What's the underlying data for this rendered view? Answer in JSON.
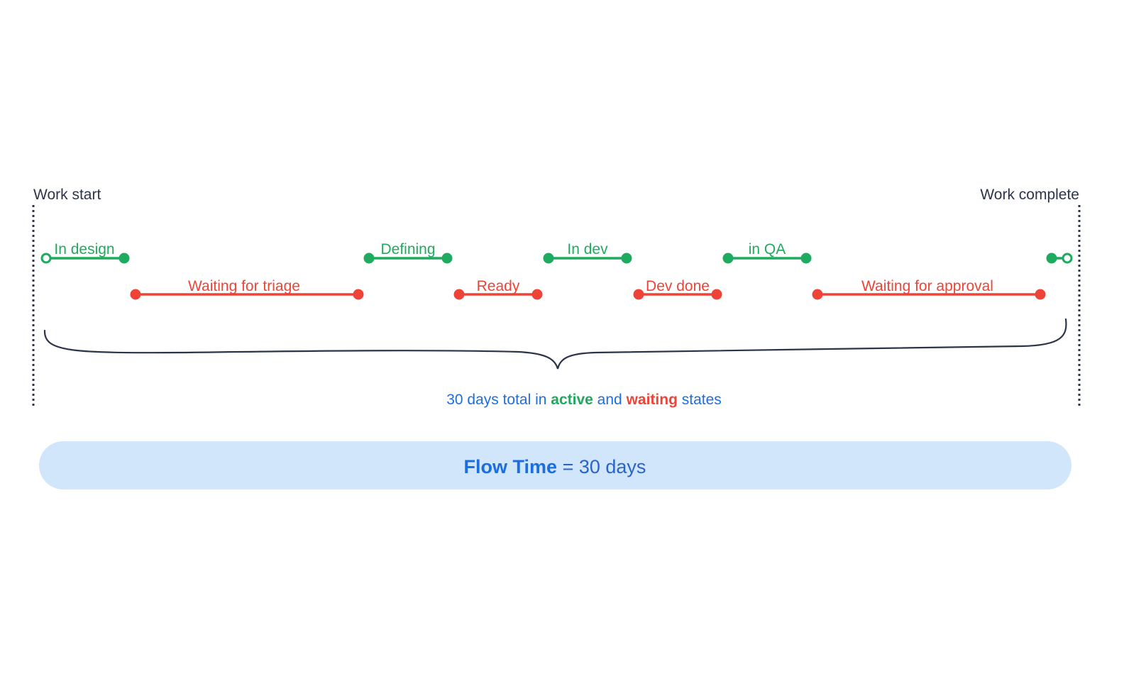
{
  "boundaries": {
    "start_label": "Work start",
    "end_label": "Work complete"
  },
  "active_states": [
    "In design",
    "Defining",
    "In dev",
    "in QA"
  ],
  "waiting_states": [
    "Waiting for triage",
    "Ready",
    "Dev done",
    "Waiting for approval"
  ],
  "summary": {
    "prefix": "30 days total in ",
    "active_word": "active",
    "middle": " and ",
    "waiting_word": "waiting",
    "suffix": " states"
  },
  "flow_time": {
    "label": "Flow Time",
    "equals": " = ",
    "value": "30 days"
  },
  "colors": {
    "active": "#1eaa5f",
    "waiting": "#ee4438",
    "boundary": "#2c3548",
    "summary_text": "#1c6fe0",
    "banner_fill": "#d2e6fb",
    "banner_label": "#1b6ee0",
    "banner_value": "#2a64c8"
  }
}
